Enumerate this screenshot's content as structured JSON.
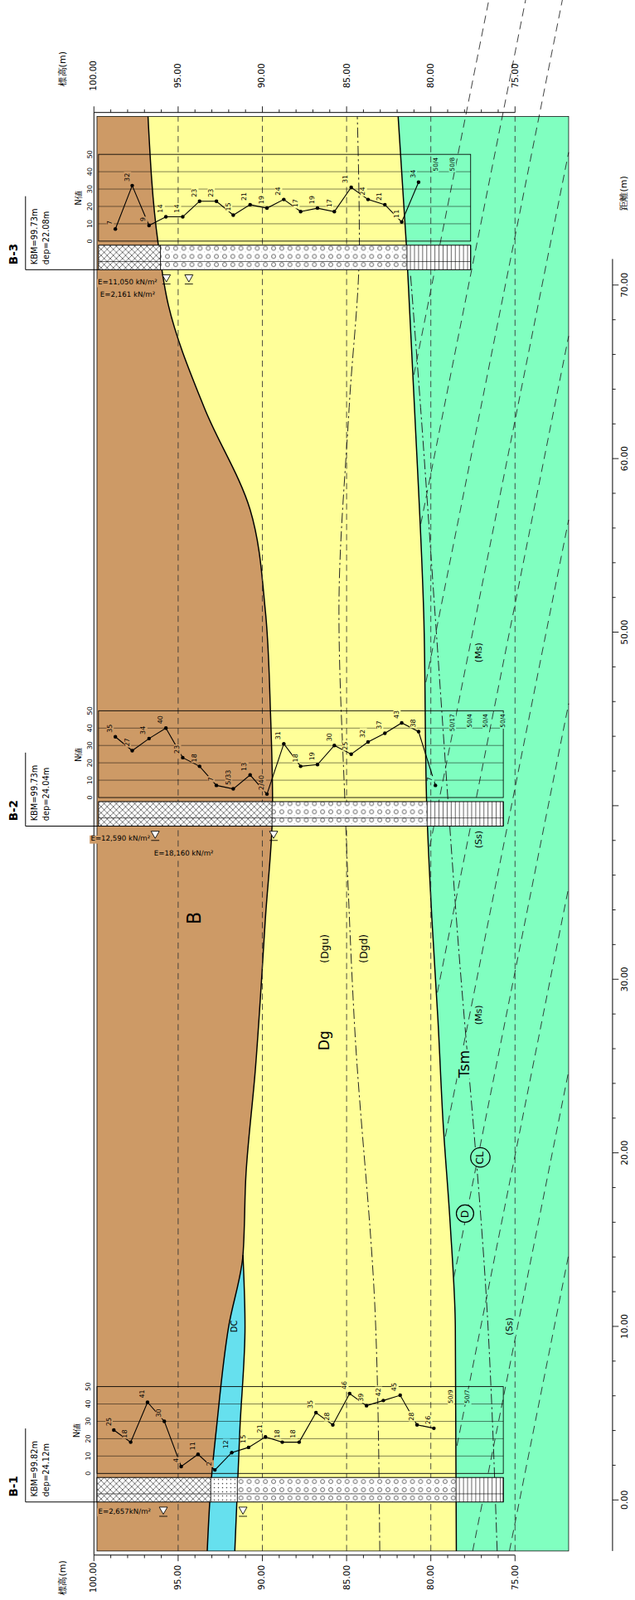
{
  "diagram": {
    "nodes": [
      {
        "text": [
          "D"
        ]
      },
      {
        "text": [
          "CL"
        ]
      }
    ],
    "labels": [
      "標高(m)",
      "100.00",
      "95.00",
      "90.00",
      "85.00",
      "80.00",
      "75.00",
      "標高(m)",
      "100.00",
      "95.00",
      "90.00",
      "85.00",
      "80.00",
      "75.00",
      "距離(m)",
      "0.00",
      "10.00",
      "20.00",
      "30.00",
      "50.00",
      "60.00",
      "70.00",
      "B",
      "DC",
      "Dg",
      "(Dgu)",
      "(Dgd)",
      "Tsm",
      "(Ms)",
      "(Ss)",
      "(Ss)",
      "(Ms)",
      "B-1",
      "KBM=99.82m",
      "dep=24.12m",
      "E=2,657kN/m²",
      "N値",
      "0",
      "10",
      "20",
      "30",
      "40",
      "50",
      "25",
      "18",
      "41",
      "30",
      "4",
      "11",
      "2",
      "12",
      "15",
      "21",
      "18",
      "18",
      "35",
      "28",
      "46",
      "39",
      "42",
      "45",
      "28",
      "26",
      "50/9",
      "50/7",
      "B-2",
      "KBM=99.73m",
      "dep=24.04m",
      "E=12,590 kN/m²",
      "E=18,160 kN/m²",
      "N値",
      "0",
      "10",
      "20",
      "30",
      "40",
      "50",
      "35",
      "27",
      "34",
      "40",
      "23",
      "18",
      "7",
      "5/33",
      "13",
      "2/40",
      "31",
      "18",
      "19",
      "30",
      "25",
      "32",
      "37",
      "43",
      "38",
      "7",
      "50/17",
      "50/4",
      "50/4",
      "50/4",
      "B-3",
      "KBM=99.73m",
      "dep=22.08m",
      "E=11,050 kN/m²",
      "E=2,161 kN/m²",
      "N値",
      "0",
      "10",
      "20",
      "30",
      "40",
      "50",
      "7",
      "32",
      "9",
      "14",
      "14",
      "23",
      "23",
      "15",
      "21",
      "19",
      "24",
      "17",
      "19",
      "17",
      "31",
      "24",
      "21",
      "11",
      "34",
      "50/4",
      "50/8"
    ]
  }
}
